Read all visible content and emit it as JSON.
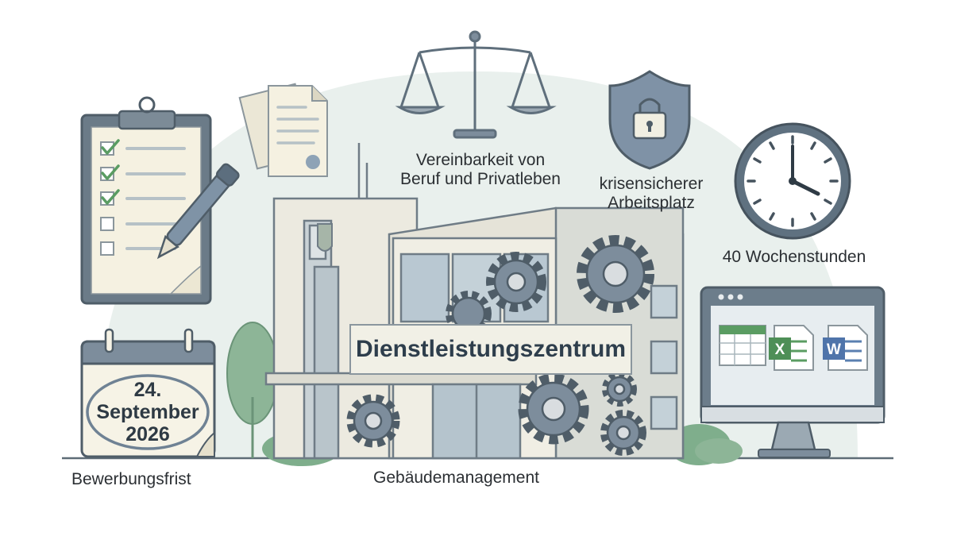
{
  "labels": {
    "work_life_line1": "Vereinbarkeit von",
    "work_life_line2": "Beruf und Privatleben",
    "job_security_line1": "krisensicherer",
    "job_security_line2": "Arbeitsplatz",
    "weekly_hours": "40 Wochenstunden",
    "deadline": "Bewerbungsfrist",
    "department": "Gebäudemanagement"
  },
  "building_sign": "Dienstleistungszentrum",
  "calendar": {
    "day": "24.",
    "month": "September",
    "year": "2026"
  },
  "monitor_apps": {
    "excel_letter": "X",
    "word_letter": "W"
  },
  "icons": [
    "clipboard-checklist-icon",
    "pen-icon",
    "documents-icon",
    "scales-icon",
    "shield-lock-icon",
    "clock-icon",
    "calendar-icon",
    "office-building-icon",
    "gear-icon",
    "monitor-icon",
    "spreadsheet-icon",
    "excel-icon",
    "word-icon",
    "tree-icon"
  ],
  "colors": {
    "background_arc": "#e8efec",
    "outline": "#5f6f7c",
    "paper": "#f4f1e3",
    "gear": "#7d8d9c",
    "tree": "#8db597",
    "shield": "#7f92a6",
    "accent_green": "#5a9c62"
  }
}
